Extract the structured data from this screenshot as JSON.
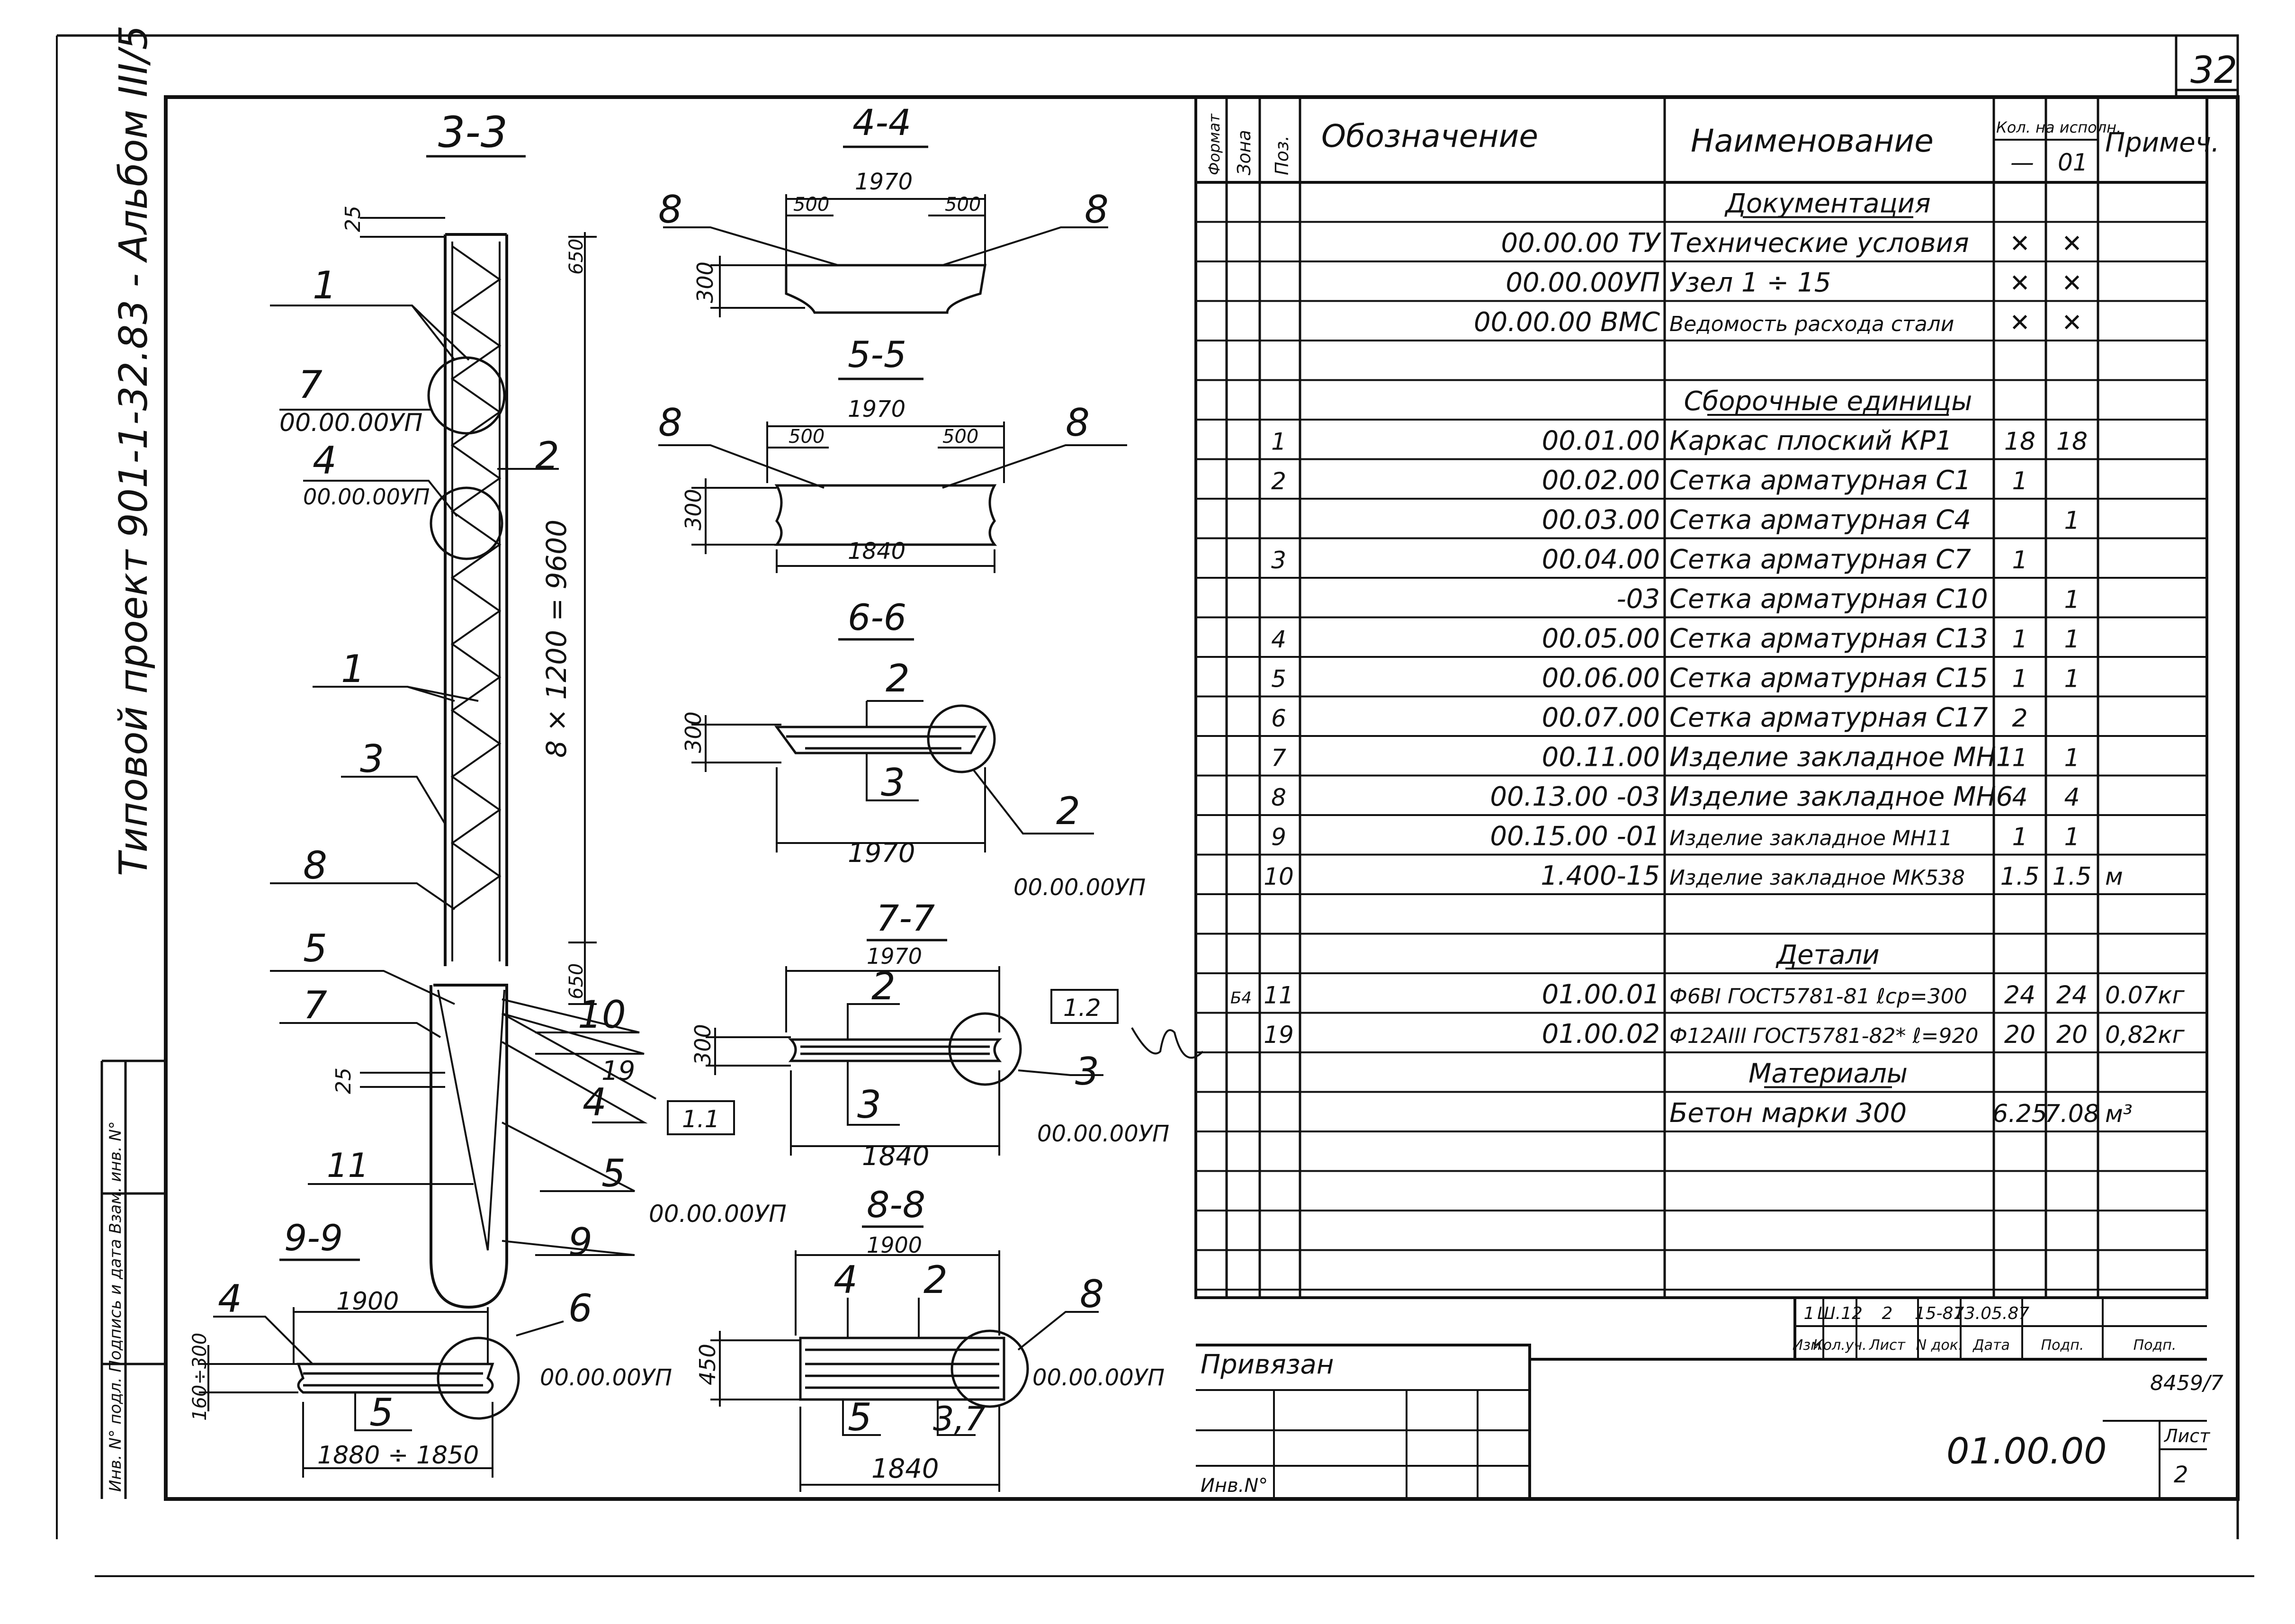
{
  "sheet_number": "32",
  "side_title": "Типовой проект 901-1-32.83  -  Альбом III/5",
  "sections": {
    "s33": {
      "title": "3-3",
      "dim_top": "25",
      "dim_650a": "650",
      "dim_main": "8 × 1200 = 9600",
      "dim_650b": "650",
      "dim_25": "25",
      "labels": [
        "1",
        "2",
        "1",
        "3",
        "8",
        "5",
        "7",
        "10",
        "19",
        "4",
        "11",
        "5",
        "9"
      ],
      "ref7": "7",
      "ref7_code": "00.00.00УП",
      "ref4": "4",
      "ref4_code": "00.00.00УП",
      "box11": "1.1",
      "ref_bottom": "00.00.00УП"
    },
    "s44": {
      "title": "4-4",
      "width": "1970",
      "d500a": "500",
      "d500b": "500",
      "height": "300",
      "lbl_left": "8",
      "lbl_right": "8"
    },
    "s55": {
      "title": "5-5",
      "width": "1970",
      "d500a": "500",
      "d500b": "500",
      "height": "300",
      "inner": "1840",
      "lbl_left": "8",
      "lbl_right": "8"
    },
    "s66": {
      "title": "6-6",
      "height": "300",
      "width": "1970",
      "lbl_2": "2",
      "lbl_3": "3",
      "lbl_2b": "2",
      "ref": "00.00.00УП"
    },
    "s77": {
      "title": "7-7",
      "width": "1970",
      "height": "300",
      "inner": "1840",
      "lbl_2": "2",
      "lbl_3": "3",
      "lbl_3b": "3",
      "box": "1.2",
      "ref": "00.00.00УП"
    },
    "s88": {
      "title": "8-8",
      "width": "1900",
      "height": "450",
      "inner": "1840",
      "lbl_4": "4",
      "lbl_2": "2",
      "lbl_5": "5",
      "lbl_37": "3,7",
      "lbl_8": "8",
      "ref": "00.00.00УП"
    },
    "s99": {
      "title": "9-9",
      "width": "1900",
      "height": "160÷300",
      "inner": "1880 ÷ 1850",
      "lbl_4": "4",
      "lbl_5": "5",
      "lbl_6": "6",
      "ref": "00.00.00УП"
    }
  },
  "spec": {
    "headers": {
      "format": "Формат",
      "zone": "Зона",
      "pos": "Поз.",
      "designation": "Обозначение",
      "name": "Наименование",
      "qty": "Кол. на исполн.",
      "qty_a": "—",
      "qty_b": "01",
      "note": "Примеч."
    },
    "rows": [
      {
        "pos": "",
        "des": "",
        "name": "Документация",
        "a": "",
        "b": "",
        "note": "",
        "section": true
      },
      {
        "pos": "",
        "des": "00.00.00 ТУ",
        "name": "Технические условия",
        "a": "✕",
        "b": "✕",
        "note": ""
      },
      {
        "pos": "",
        "des": "00.00.00УП",
        "name": "Узел 1 ÷ 15",
        "a": "✕",
        "b": "✕",
        "note": ""
      },
      {
        "pos": "",
        "des": "00.00.00 ВМС",
        "name": "Ведомость расхода стали",
        "a": "✕",
        "b": "✕",
        "note": ""
      },
      {
        "pos": "",
        "des": "",
        "name": "",
        "a": "",
        "b": "",
        "note": ""
      },
      {
        "pos": "",
        "des": "",
        "name": "Сборочные единицы",
        "a": "",
        "b": "",
        "note": "",
        "section": true
      },
      {
        "pos": "1",
        "des": "00.01.00",
        "name": "Каркас плоский КР1",
        "a": "18",
        "b": "18",
        "note": ""
      },
      {
        "pos": "2",
        "des": "00.02.00",
        "name": "Сетка арматурная С1",
        "a": "1",
        "b": "",
        "note": ""
      },
      {
        "pos": "",
        "des": "00.03.00",
        "name": "Сетка арматурная С4",
        "a": "",
        "b": "1",
        "note": ""
      },
      {
        "pos": "3",
        "des": "00.04.00",
        "name": "Сетка арматурная С7",
        "a": "1",
        "b": "",
        "note": ""
      },
      {
        "pos": "",
        "des": "-03",
        "name": "Сетка арматурная С10",
        "a": "",
        "b": "1",
        "note": ""
      },
      {
        "pos": "4",
        "des": "00.05.00",
        "name": "Сетка арматурная С13",
        "a": "1",
        "b": "1",
        "note": ""
      },
      {
        "pos": "5",
        "des": "00.06.00",
        "name": "Сетка арматурная С15",
        "a": "1",
        "b": "1",
        "note": ""
      },
      {
        "pos": "6",
        "des": "00.07.00",
        "name": "Сетка арматурная С17",
        "a": "2",
        "b": "",
        "note": ""
      },
      {
        "pos": "7",
        "des": "00.11.00",
        "name": "Изделие закладное МН1",
        "a": "1",
        "b": "1",
        "note": ""
      },
      {
        "pos": "8",
        "des": "00.13.00 -03",
        "name": "Изделие закладное МН6",
        "a": "4",
        "b": "4",
        "note": ""
      },
      {
        "pos": "9",
        "des": "00.15.00 -01",
        "name": "Изделие закладное МН11",
        "a": "1",
        "b": "1",
        "note": ""
      },
      {
        "pos": "10",
        "des": "1.400-15",
        "name": "Изделие закладное МК538",
        "a": "1.5",
        "b": "1.5",
        "note": "м"
      },
      {
        "pos": "",
        "des": "",
        "name": "",
        "a": "",
        "b": "",
        "note": ""
      },
      {
        "pos": "",
        "des": "",
        "name": "Детали",
        "a": "",
        "b": "",
        "note": "",
        "section": true
      },
      {
        "pos": "11",
        "des": "01.00.01",
        "name": "Ф6ВI ГОСТ5781-81 ℓср=300",
        "a": "24",
        "b": "24",
        "note": "0.07кг",
        "zone": "Б4"
      },
      {
        "pos": "19",
        "des": "01.00.02",
        "name": "Ф12АIII ГОСТ5781-82* ℓ=920",
        "a": "20",
        "b": "20",
        "note": "0,82кг"
      },
      {
        "pos": "",
        "des": "",
        "name": "Материалы",
        "a": "",
        "b": "",
        "note": "",
        "section": true
      },
      {
        "pos": "",
        "des": "",
        "name": "Бетон марки 300",
        "a": "6.25",
        "b": "7.08",
        "note": "м³"
      },
      {
        "pos": "",
        "des": "",
        "name": "",
        "a": "",
        "b": "",
        "note": ""
      },
      {
        "pos": "",
        "des": "",
        "name": "",
        "a": "",
        "b": "",
        "note": ""
      },
      {
        "pos": "",
        "des": "",
        "name": "",
        "a": "",
        "b": "",
        "note": ""
      },
      {
        "pos": "",
        "des": "",
        "name": "",
        "a": "",
        "b": "",
        "note": ""
      }
    ]
  },
  "title_block": {
    "rev": [
      "1",
      "Ш.12",
      "2",
      "15-87",
      "13.05.87",
      "",
      "",
      ""
    ],
    "rev_hdr": [
      "Изм.",
      "Кол.уч.",
      "Лист",
      "N док.",
      "Дата",
      "Подп.",
      "Подп."
    ],
    "doc_no": "8459/7",
    "designation": "01.00.00",
    "list_label": "Лист",
    "list_value": "2",
    "privyazan": "Привязан",
    "inv": "Инв.N°"
  },
  "side_stamp": "Инв. N° подл.   Подпись и дата   Взам. инв. N°"
}
